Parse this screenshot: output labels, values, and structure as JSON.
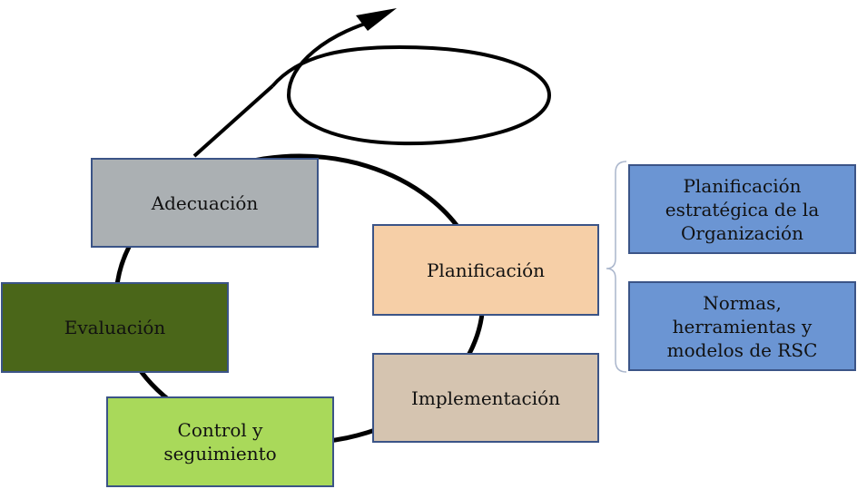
{
  "cycle": {
    "adecuacion": "Adecuación",
    "planificacion": "Planificación",
    "implementacion": "Implementación",
    "control": "Control y seguimiento",
    "evaluacion": "Evaluación"
  },
  "side": {
    "item1": "Planificación estratégica de la Organización",
    "item2": "Normas, herramientas y modelos de RSC"
  },
  "colors": {
    "adecuacion": "#abb0b3",
    "planificacion": "#f6cfa7",
    "implementacion": "#d5c4b0",
    "control": "#a9d95a",
    "evaluacion": "#4a6619",
    "side": "#6b95d3",
    "border": "#3b5487"
  }
}
